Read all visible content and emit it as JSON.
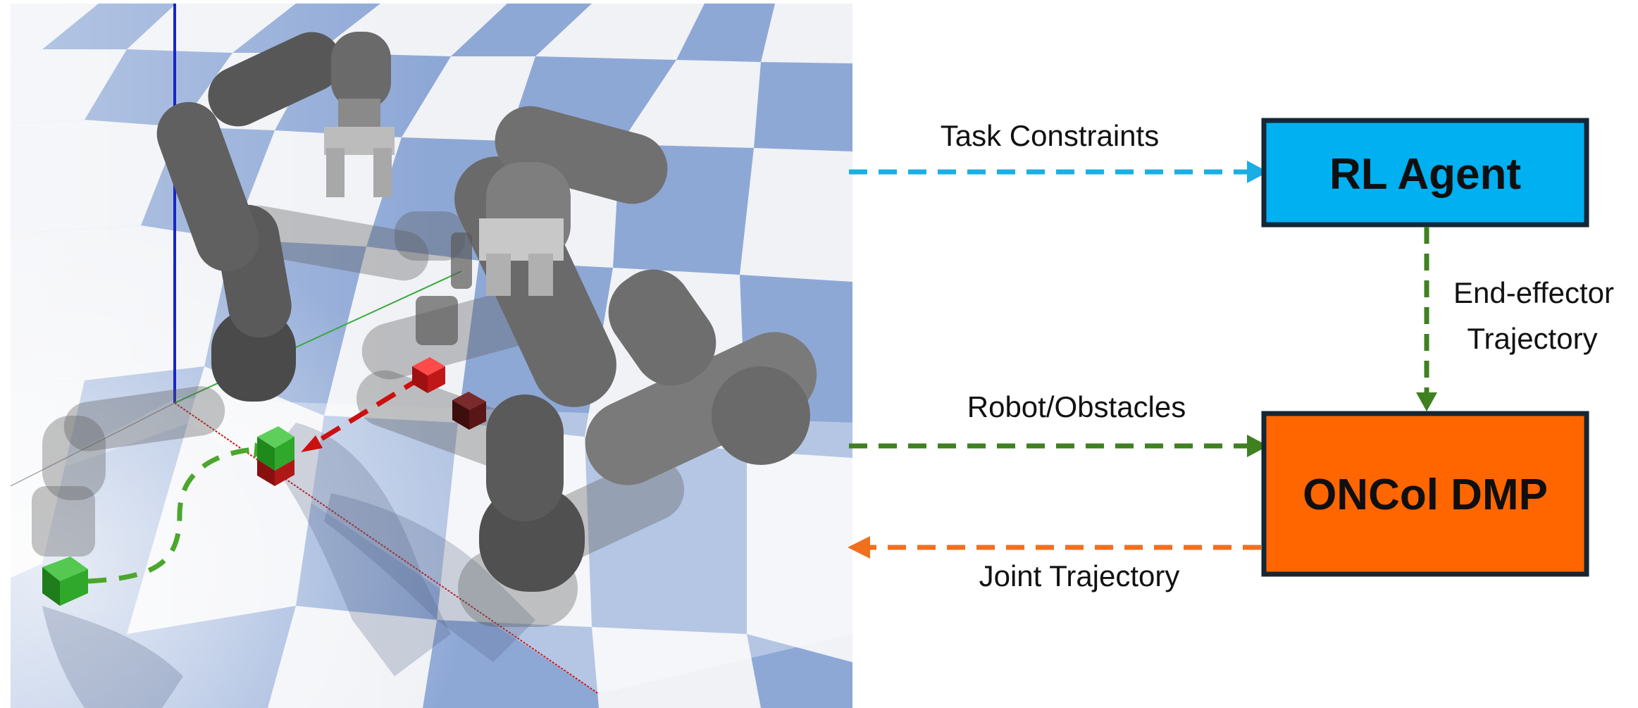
{
  "blocks": {
    "rl_agent": {
      "label": "RL Agent",
      "fill": "#00b0f0",
      "border": "#152635"
    },
    "oncol_dmp": {
      "label": "ONCol DMP",
      "fill": "#ff6600",
      "border": "#152635"
    }
  },
  "edges": {
    "task_constraints": {
      "label": "Task Constraints",
      "color": "#1aaee5"
    },
    "end_effector": {
      "label_line1": "End-effector",
      "label_line2": "Trajectory",
      "color": "#3f8020"
    },
    "robot_obstacles": {
      "label": "Robot/Obstacles",
      "color": "#3f8020"
    },
    "joint_trajectory": {
      "label": "Joint Trajectory",
      "color": "#f07020"
    }
  },
  "scene": {
    "floor_blue": "#8ea8d6",
    "floor_white": "#f0f2f6",
    "robot_gray": "#5a5a5a",
    "cube_green": "#2fa82c",
    "cube_red": "#c01818",
    "cube_darkred": "#5a1616",
    "path_green": "#4aa72c",
    "path_red": "#cc1010"
  }
}
